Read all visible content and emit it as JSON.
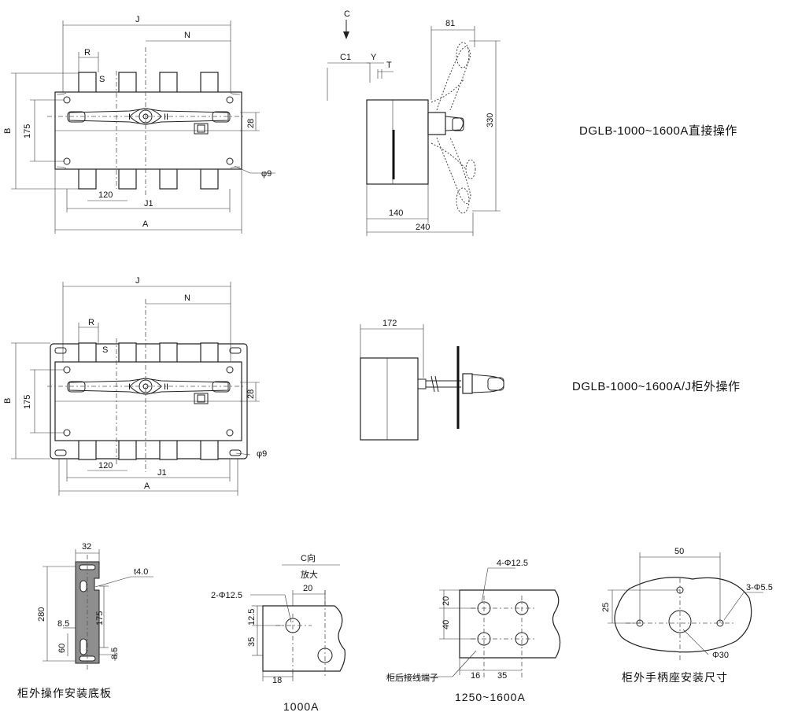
{
  "titles": {
    "direct": "DGLB-1000~1600A直接操作",
    "external": "DGLB-1000~1600A/J柜外操作"
  },
  "captions": {
    "plate": "柜外操作安装底板",
    "c1000": "1000A",
    "c1600": "1250~1600A",
    "handle_base": "柜外手柄座安装尺寸",
    "c_view": "C向",
    "enlarge": "放大",
    "rear_terminal": "柜后接线端子"
  },
  "dims": {
    "J": "J",
    "N": "N",
    "R": "R",
    "S": "S",
    "B": "B",
    "d175": "175",
    "d28": "28",
    "phi9": "φ9",
    "d120": "120",
    "J1": "J1",
    "A": "A",
    "C": "C",
    "C1": "C1",
    "Y": "Y",
    "T": "T",
    "d81": "81",
    "d330": "330",
    "d140": "140",
    "d240": "240",
    "d172": "172",
    "d32": "32",
    "t40": "t4.0",
    "d280": "280",
    "d85": "8.5",
    "d60": "60",
    "phi125_2": "2-Φ12.5",
    "d20": "20",
    "d125": "12.5",
    "d35": "35",
    "d18": "18",
    "phi125_4": "4-Φ12.5",
    "d40": "40",
    "d16": "16",
    "d50": "50",
    "phi55": "3-Φ5.5",
    "d25": "25",
    "phi30": "Φ30",
    "pos_I": "I",
    "pos_O": "O",
    "pos_II": "II"
  }
}
